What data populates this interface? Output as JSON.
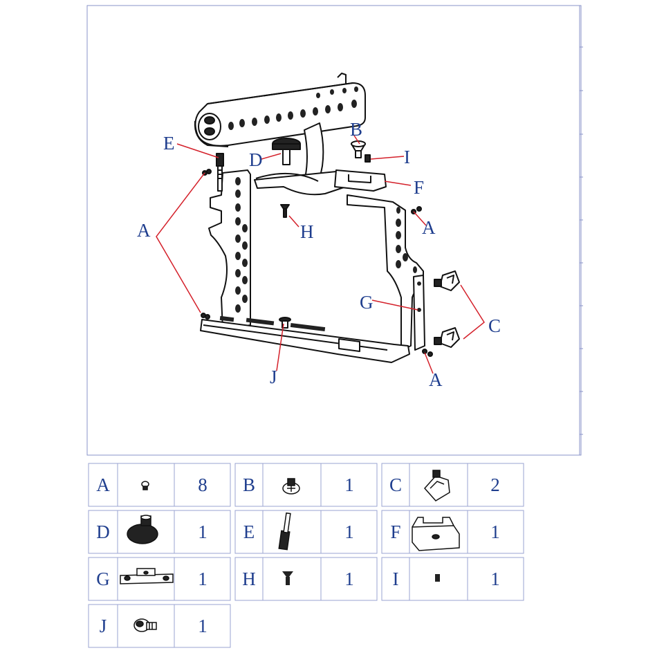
{
  "callouts": {
    "A": "A",
    "B": "B",
    "C": "C",
    "D": "D",
    "E": "E",
    "F": "F",
    "G": "G",
    "H": "H",
    "I": "I",
    "J": "J"
  },
  "parts_table": [
    {
      "letter": "A",
      "qty": "8",
      "icon": "small-screw-icon"
    },
    {
      "letter": "B",
      "qty": "1",
      "icon": "phillips-screw-icon"
    },
    {
      "letter": "C",
      "qty": "2",
      "icon": "d-ring-screw-icon"
    },
    {
      "letter": "D",
      "qty": "1",
      "icon": "thumb-screw-icon"
    },
    {
      "letter": "E",
      "qty": "1",
      "icon": "long-bolt-icon"
    },
    {
      "letter": "F",
      "qty": "1",
      "icon": "cold-shoe-block-icon"
    },
    {
      "letter": "G",
      "qty": "1",
      "icon": "side-clamp-icon"
    },
    {
      "letter": "H",
      "qty": "1",
      "icon": "countersunk-screw-icon"
    },
    {
      "letter": "I",
      "qty": "1",
      "icon": "set-screw-icon"
    },
    {
      "letter": "J",
      "qty": "1",
      "icon": "slotted-screw-icon"
    }
  ],
  "colors": {
    "frame": "#8a93c9",
    "grid": "#9aa3d2",
    "label": "#1f3e8e",
    "leader": "#d4202a",
    "line": "#111111"
  }
}
